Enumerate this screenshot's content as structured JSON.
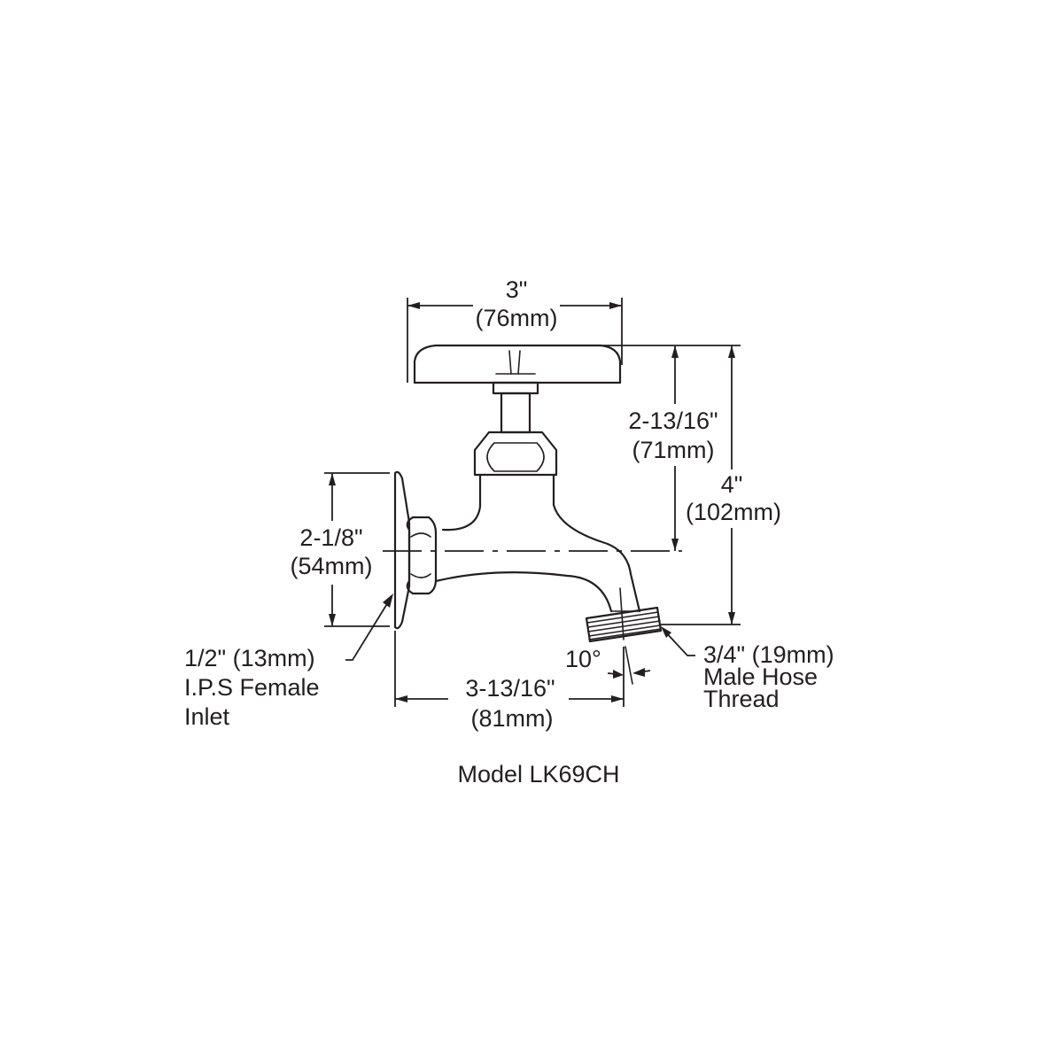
{
  "model": "Model LK69CH",
  "dimensions": {
    "handle_width": {
      "inch": "3\"",
      "mm": "(76mm)"
    },
    "handle_to_spout": {
      "inch": "2-13/16\"",
      "mm": "(71mm)"
    },
    "overall_height": {
      "inch": "4\"",
      "mm": "(102mm)"
    },
    "inlet_height": {
      "inch": "2-1/8\"",
      "mm": "(54mm)"
    },
    "projection": {
      "inch": "3-13/16\"",
      "mm": "(81mm)"
    },
    "angle": "10°"
  },
  "callouts": {
    "inlet": [
      "1/2\" (13mm)",
      "I.P.S Female",
      "Inlet"
    ],
    "hose": [
      "3/4\" (19mm)",
      "Male Hose",
      "Thread"
    ]
  }
}
